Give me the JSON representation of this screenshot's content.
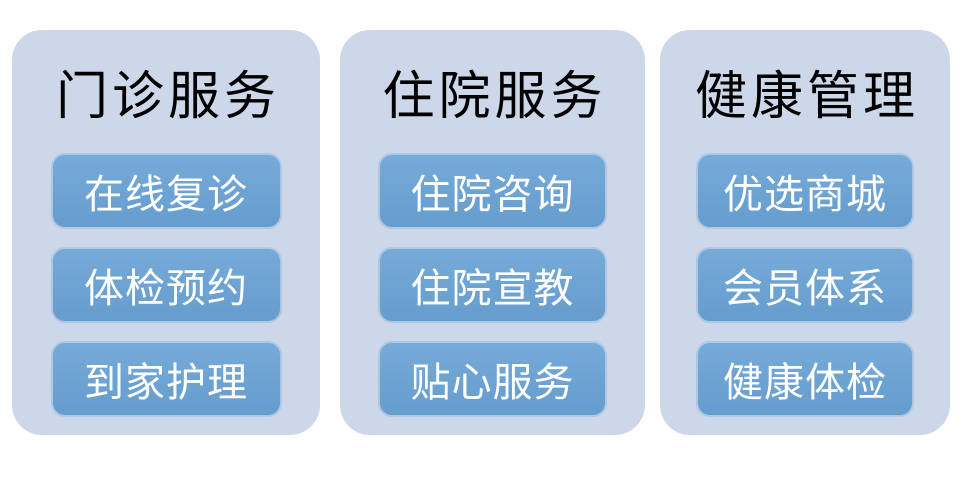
{
  "columns": [
    {
      "title": "门诊服务",
      "items": [
        "在线复诊",
        "体检预约",
        "到家护理"
      ]
    },
    {
      "title": "住院服务",
      "items": [
        "住院咨询",
        "住院宣教",
        "贴心服务"
      ]
    },
    {
      "title": "健康管理",
      "items": [
        "优选商城",
        "会员体系",
        "健康体检"
      ]
    }
  ],
  "colors": {
    "page_bg": "#ffffff",
    "panel_bg": "#ccd7ea",
    "button_bg_top": "#76aad8",
    "button_bg_bottom": "#659dce",
    "button_border": "#aec7e2",
    "title_text": "#000000",
    "button_text": "#ffffff"
  }
}
